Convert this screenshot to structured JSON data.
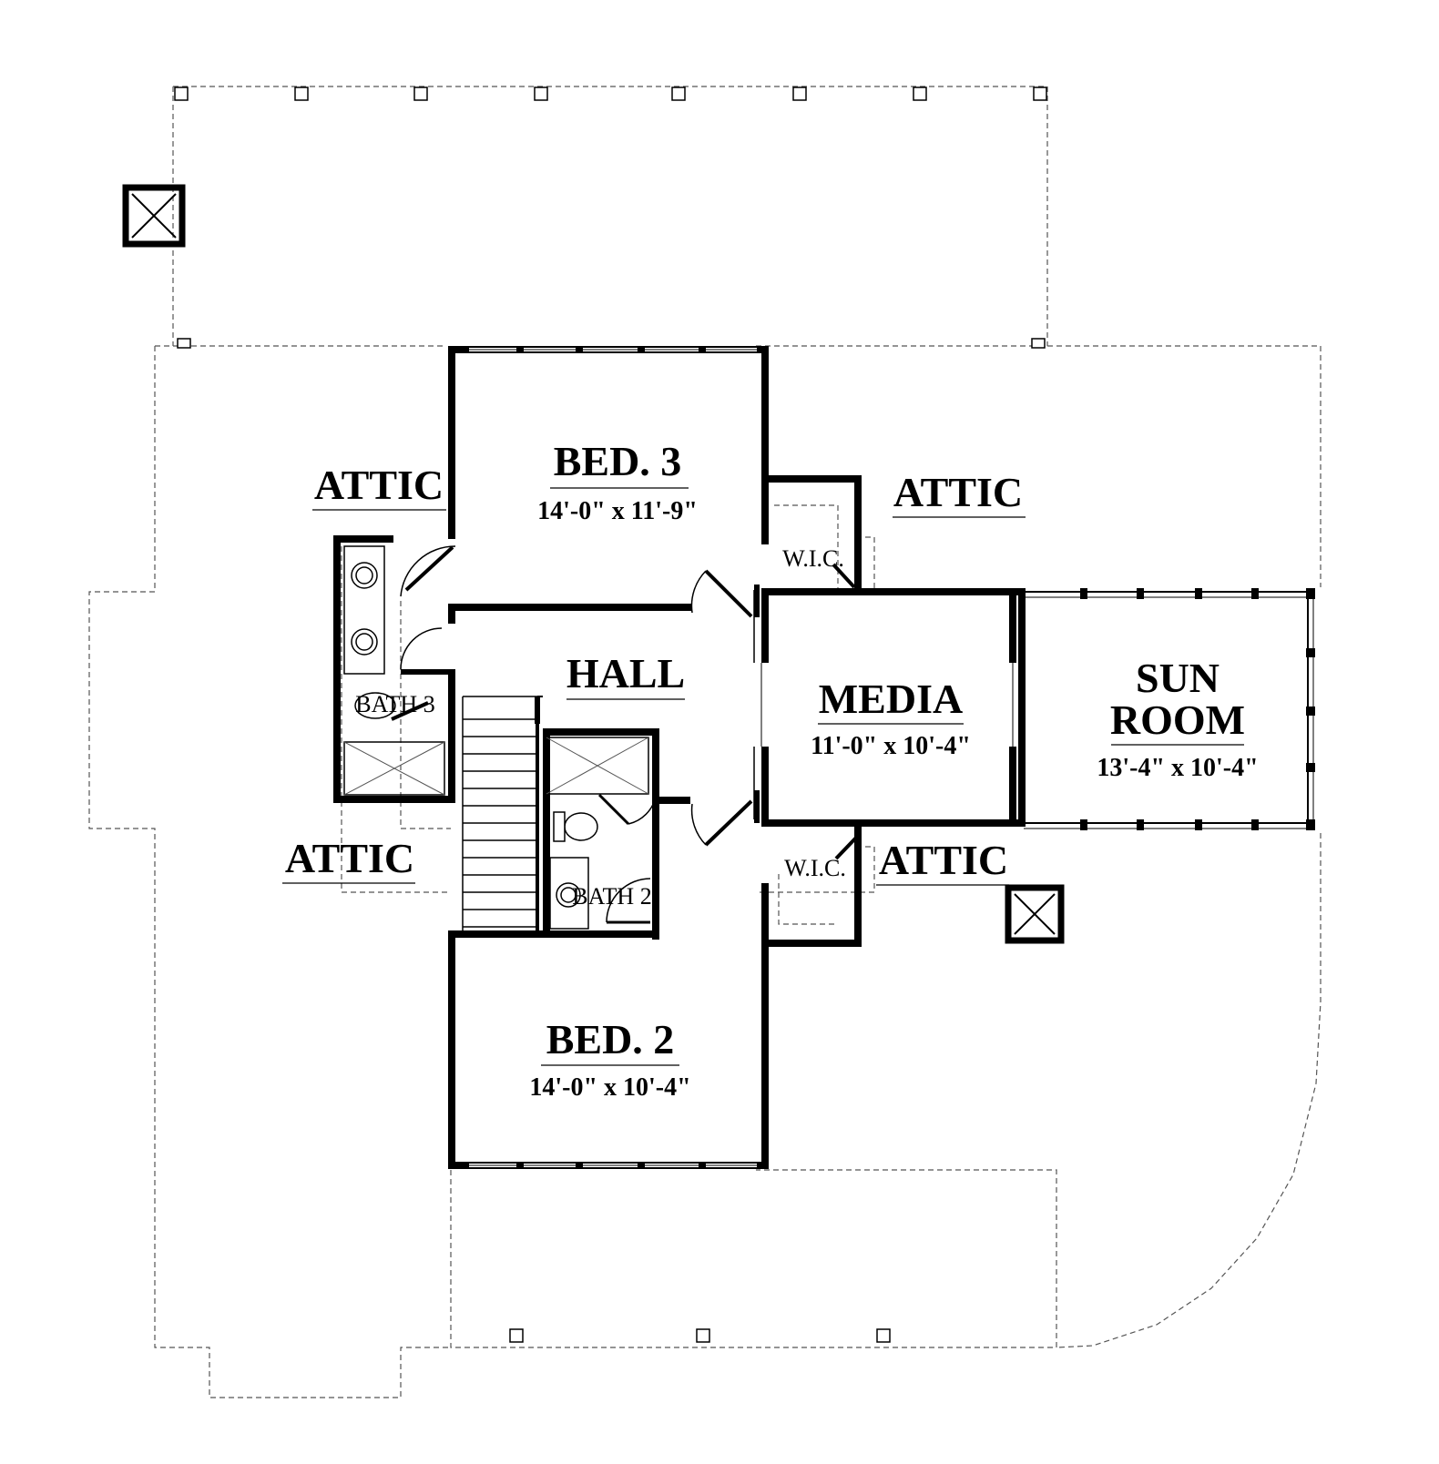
{
  "rooms": {
    "bed3": {
      "name": "BED. 3",
      "dims": "14'-0\" x 11'-9\""
    },
    "bed2": {
      "name": "BED. 2",
      "dims": "14'-0\" x 10'-4\""
    },
    "hall": {
      "name": "HALL"
    },
    "media": {
      "name": "MEDIA",
      "dims": "11'-0\" x 10'-4\""
    },
    "sunroom": {
      "name_line1": "SUN",
      "name_line2": "ROOM",
      "dims": "13'-4\" x 10'-4\""
    },
    "bath3": {
      "name": "BATH 3"
    },
    "bath2": {
      "name": "BATH 2"
    },
    "wic_upper": {
      "name": "W.I.C."
    },
    "wic_lower": {
      "name": "W.I.C."
    }
  },
  "attic_labels": {
    "upper_left": "ATTIC",
    "upper_right": "ATTIC",
    "lower_left": "ATTIC",
    "lower_right": "ATTIC"
  },
  "colors": {
    "wall": "#000000",
    "background": "#ffffff",
    "dashed_outline": "#555555"
  }
}
